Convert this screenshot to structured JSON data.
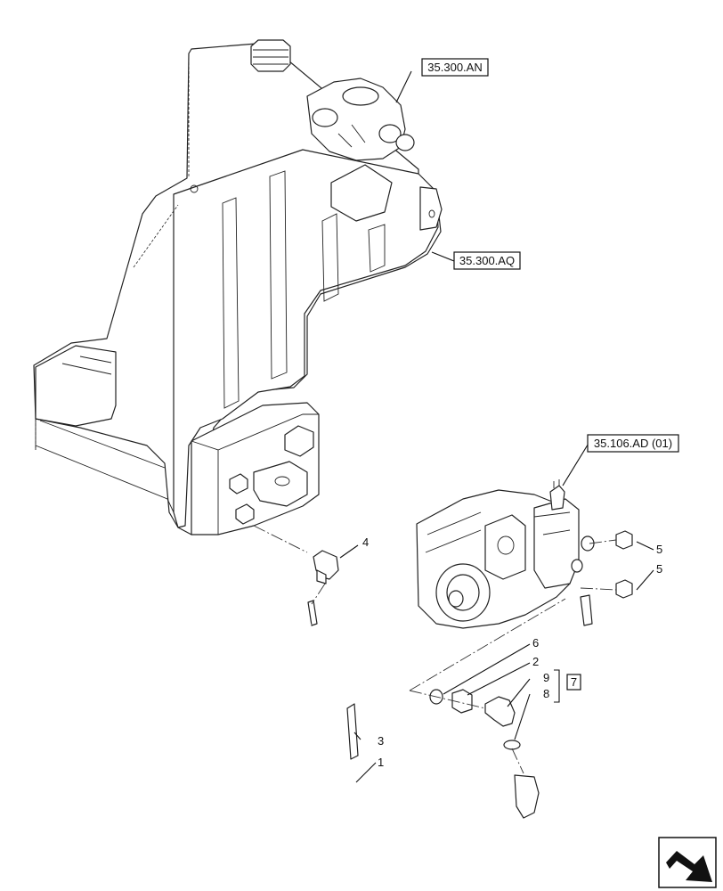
{
  "references": {
    "tank_top": "35.300.AN",
    "tank_body": "35.300.AQ",
    "pump": "35.106.AD (01)"
  },
  "callouts": {
    "hose": "1",
    "adapter_2": "2",
    "clamp": "3",
    "elbow_4": "4",
    "plug_upper": "5",
    "plug_lower": "5",
    "o_ring_6": "6",
    "o_ring_8": "8",
    "elbow_9": "9",
    "kit": "7"
  },
  "icons": {
    "navigation": "next-page-arrow-icon"
  }
}
